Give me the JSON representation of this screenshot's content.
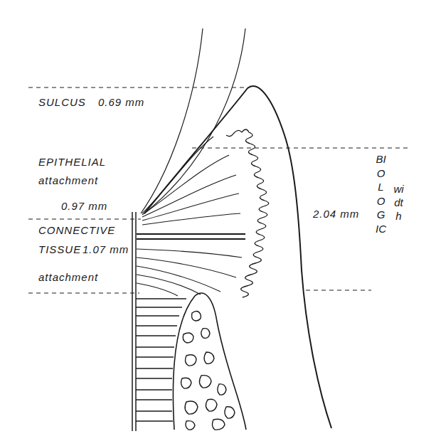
{
  "diagram": {
    "labels": [
      "SULCUS",
      "0.69 mm",
      "EPITHELIAL",
      "attachment",
      "0.97 mm",
      "CONNECTIVE",
      "TISSUE",
      "1.07 mm",
      "attachment",
      "2.04 mm",
      "BIOLOGIC",
      "width"
    ]
  }
}
